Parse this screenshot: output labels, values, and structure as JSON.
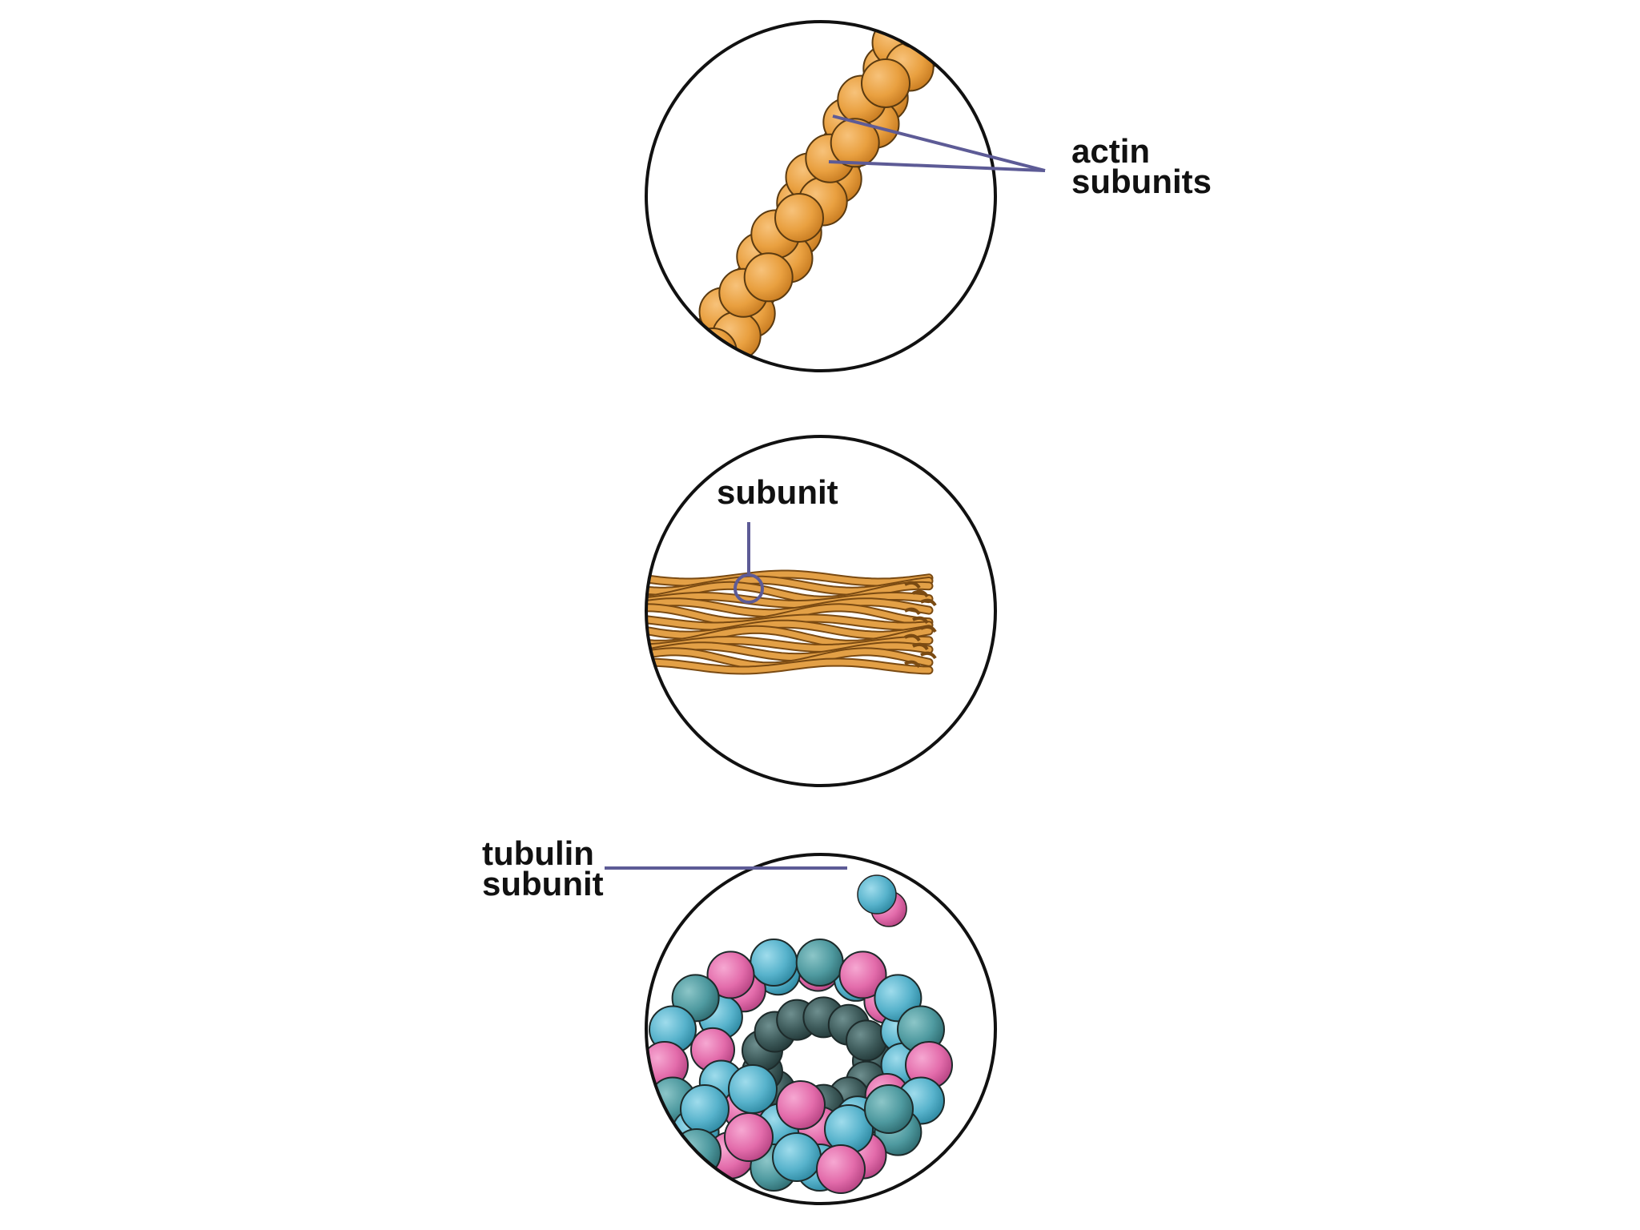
{
  "labels": {
    "actin_line1": "actin",
    "actin_line2": "subunits",
    "intermediate": "subunit",
    "tubulin_line1": "tubulin",
    "tubulin_line2": "subunit"
  },
  "colors": {
    "background": "#ffffff",
    "circle_outline": "#111111",
    "leader_line": "#5d5b96",
    "actin_bead": "#e9a040",
    "actin_bead_dark": "#c97d22",
    "filament_fiber": "#e3a046",
    "tubulin_alpha": "#58b3cc",
    "tubulin_beta": "#e36cab",
    "tubulin_dark": "#3d5a5a"
  },
  "panels": [
    {
      "name": "actin-filament",
      "subject": "actin filament (two twisted bead chains)"
    },
    {
      "name": "intermediate-filament",
      "subject": "rope-like bundle of fibers"
    },
    {
      "name": "microtubule",
      "subject": "hollow tube of tubulin subunits (end view)"
    }
  ]
}
